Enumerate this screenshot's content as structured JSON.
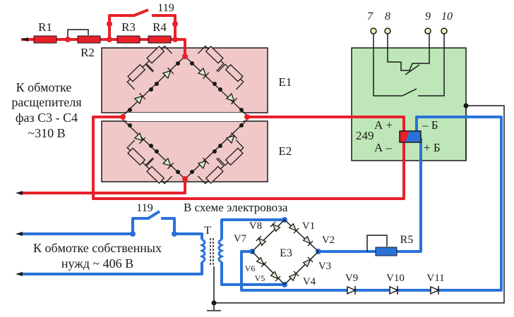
{
  "colors": {
    "red_wire": "#e8202a",
    "blue_wire": "#2a72d8",
    "black_wire": "#1a1a1a",
    "rectifier_block_fill": "#f0c8c8",
    "relay_block_fill": "#bfe6b8",
    "diode_fill": "#d8ecc8"
  },
  "top_chain": {
    "resistors": [
      "R1",
      "R2",
      "R3",
      "R4"
    ],
    "switch_label": "119"
  },
  "rectifier_blocks": [
    {
      "label": "E1"
    },
    {
      "label": "E2"
    }
  ],
  "left_caption": {
    "lines": [
      "К обмотке",
      "расщепителя",
      "фаз С3 - С4",
      "~310 В"
    ]
  },
  "relay": {
    "terminals": [
      "7",
      "8",
      "9",
      "10"
    ],
    "number": "249",
    "coil_labels": {
      "a_plus": "А +",
      "a_minus": "А –",
      "b_minus": "– Б",
      "b_plus": "+ Б"
    }
  },
  "lower_section": {
    "heading": "В схеме электровоза",
    "switch_label": "119",
    "transformer_label": "T",
    "caption_lines": [
      "К обмотке собственных",
      "нужд ~ 406 В"
    ],
    "bridge_label": "E3",
    "bridge_diodes": [
      "V1",
      "V2",
      "V3",
      "V4",
      "V5",
      "V6",
      "V7",
      "V8"
    ],
    "resistor": "R5",
    "series_diodes": [
      "V9",
      "V10",
      "V11"
    ]
  }
}
